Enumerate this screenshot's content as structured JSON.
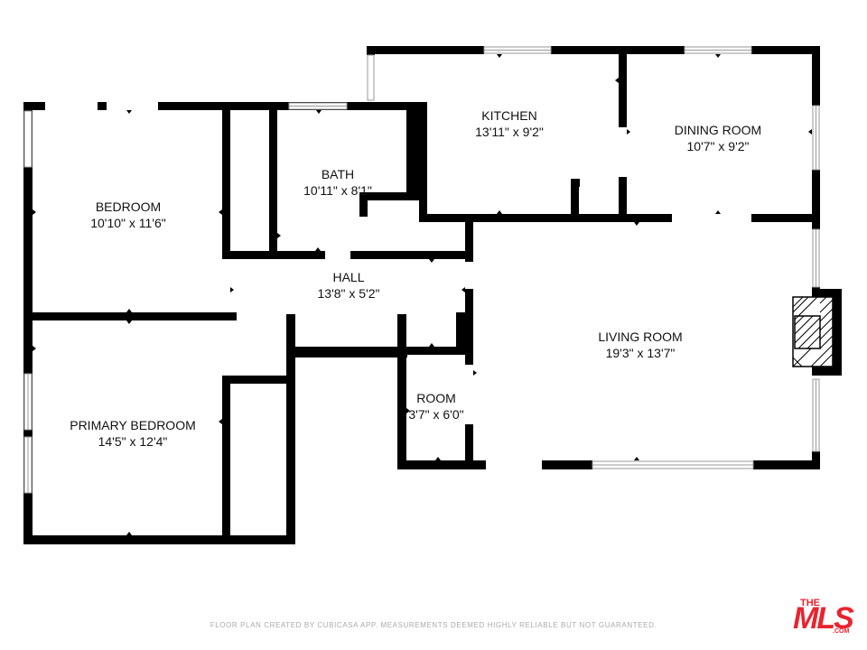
{
  "rooms": {
    "bedroom": {
      "name": "BEDROOM",
      "dims": "10'10\" x 11'6\""
    },
    "bath": {
      "name": "BATH",
      "dims": "10'11\" x 8'1\""
    },
    "kitchen": {
      "name": "KITCHEN",
      "dims": "13'11\" x 9'2\""
    },
    "dining": {
      "name": "DINING ROOM",
      "dims": "10'7\" x 9'2\""
    },
    "hall": {
      "name": "HALL",
      "dims": "13'8\" x 5'2\""
    },
    "living": {
      "name": "LIVING ROOM",
      "dims": "19'3\" x 13'7\""
    },
    "room": {
      "name": "ROOM",
      "dims": "3'7\" x 6'0\""
    },
    "primary": {
      "name": "PRIMARY BEDROOM",
      "dims": "14'5\" x 12'4\""
    }
  },
  "footer": {
    "disclaimer": "FLOOR PLAN CREATED BY CUBICASA APP. MEASUREMENTS DEEMED HIGHLY RELIABLE BUT NOT GUARANTEED."
  },
  "logo": {
    "the": "THE",
    "mls": "MLS",
    "com": ".COM"
  },
  "colors": {
    "wall": "#000000",
    "window": "#9a9a9a",
    "logo": "#e8242f",
    "footer_text": "#aaaaaa"
  }
}
